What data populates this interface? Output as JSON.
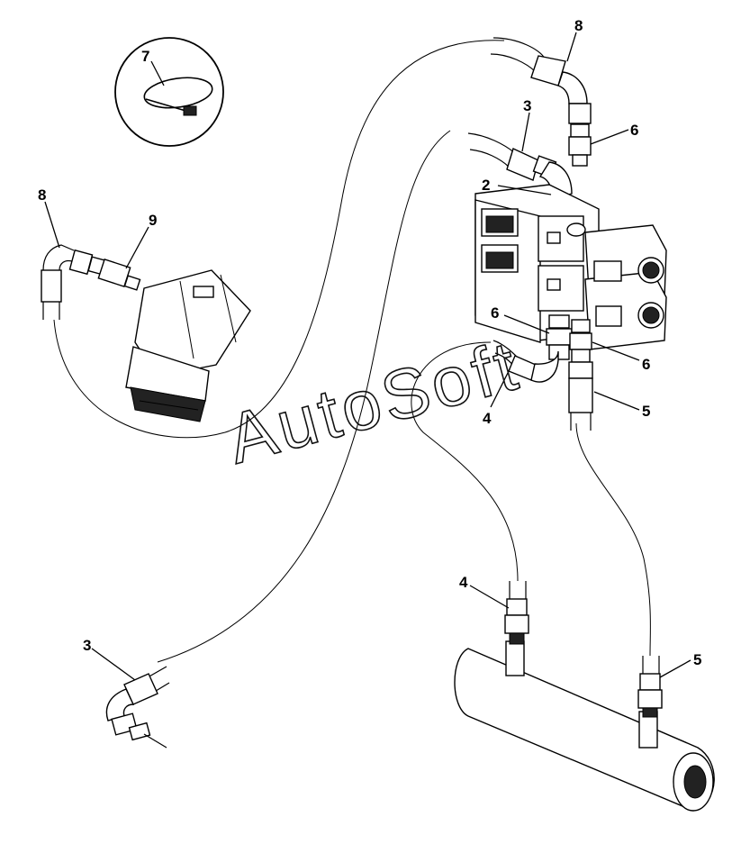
{
  "watermark": "AutoSoft",
  "callouts": {
    "c7": "7",
    "c8_top": "8",
    "c3_top": "3",
    "c6_top": "6",
    "c2": "2",
    "c8_left": "8",
    "c9": "9",
    "c6_mid_left": "6",
    "c6_mid_right": "6",
    "c4_mid": "4",
    "c5_mid": "5",
    "c4_low": "4",
    "c3_low": "3",
    "c5_low": "5"
  }
}
